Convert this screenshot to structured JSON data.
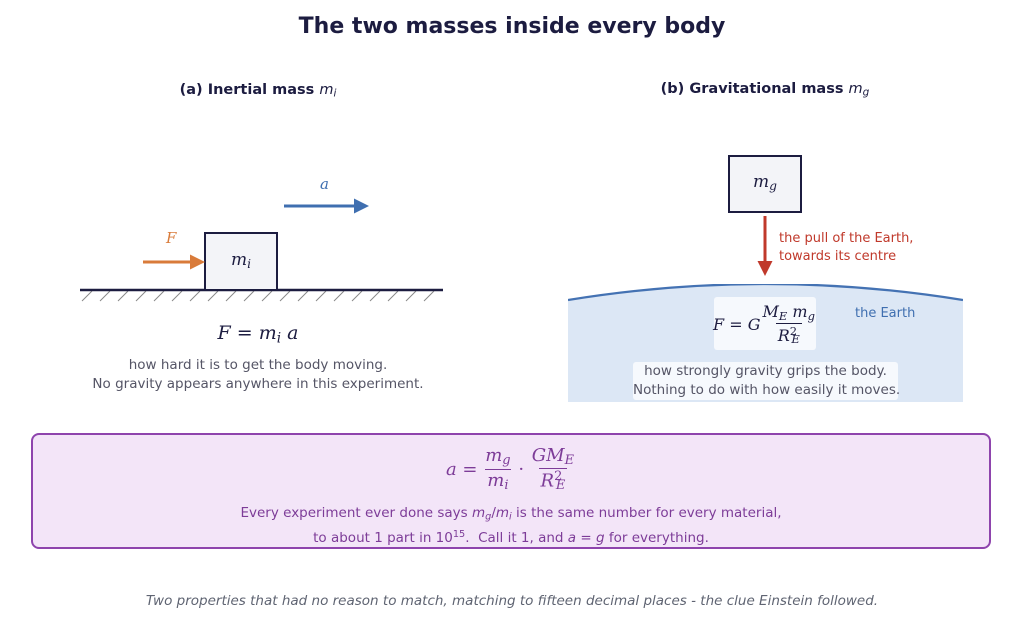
{
  "title": "The two masses inside every body",
  "panel_a": {
    "heading": "(a) Inertial mass",
    "heading_symbol_main": "m",
    "heading_symbol_sub": "i",
    "force_label": "F",
    "accel_label": "a",
    "block_label_main": "m",
    "block_label_sub": "i",
    "equation": {
      "lhs": "F",
      "eq": " = ",
      "m": "m",
      "m_sub": "i",
      "a": "a"
    },
    "description": [
      "how hard it is to get the body moving.",
      "No gravity appears anywhere in this experiment."
    ]
  },
  "panel_b": {
    "heading": "(b) Gravitational mass",
    "heading_symbol_main": "m",
    "heading_symbol_sub": "g",
    "block_label_main": "m",
    "block_label_sub": "g",
    "pull_label": [
      "the pull of the Earth,",
      "towards its centre"
    ],
    "earth_label": "the Earth",
    "equation": {
      "lhs": "F",
      "eq": " = ",
      "G": "G",
      "num_M": "M",
      "num_M_sub": "E",
      "num_m": "m",
      "num_m_sub": "g",
      "den_R": "R",
      "den_R_sub": "E",
      "den_R_sup": "2"
    },
    "description": [
      "how strongly gravity grips the body.",
      "Nothing to do with how easily it moves."
    ]
  },
  "summary": {
    "equation": {
      "lhs": "a",
      "eq": " = ",
      "f1_num": "m",
      "f1_num_sub": "g",
      "f1_den": "m",
      "f1_den_sub": "i",
      "dot": " · ",
      "f2_num": "GM",
      "f2_num_sub": "E",
      "f2_den": "R",
      "f2_den_sub": "E",
      "f2_den_sup": "2"
    },
    "line1_pre": "Every experiment ever done says ",
    "line1_ratio_m1": "m",
    "line1_ratio_sub1": "g",
    "line1_ratio_slash": "/",
    "line1_ratio_m2": "m",
    "line1_ratio_sub2": "i",
    "line1_post": " is the same number for every material,",
    "line2_pre": "to about 1 part in 10",
    "line2_exp": "15",
    "line2_mid": ".  Call it 1, and ",
    "line2_a": "a",
    "line2_eq": " = ",
    "line2_g": "g",
    "line2_post": " for everything."
  },
  "footer": "Two properties that had no reason to match, matching to fifteen decimal places - the clue Einstein followed.",
  "colors": {
    "ink": "#1c1c40",
    "force": "#d97b3a",
    "accel": "#3f6fb0",
    "pull": "#c0392b",
    "earth_fill": "#dce7f5",
    "earth_edge": "#4472b3",
    "summary": "#7d3c98",
    "summary_fill": "#f3e5f8"
  }
}
